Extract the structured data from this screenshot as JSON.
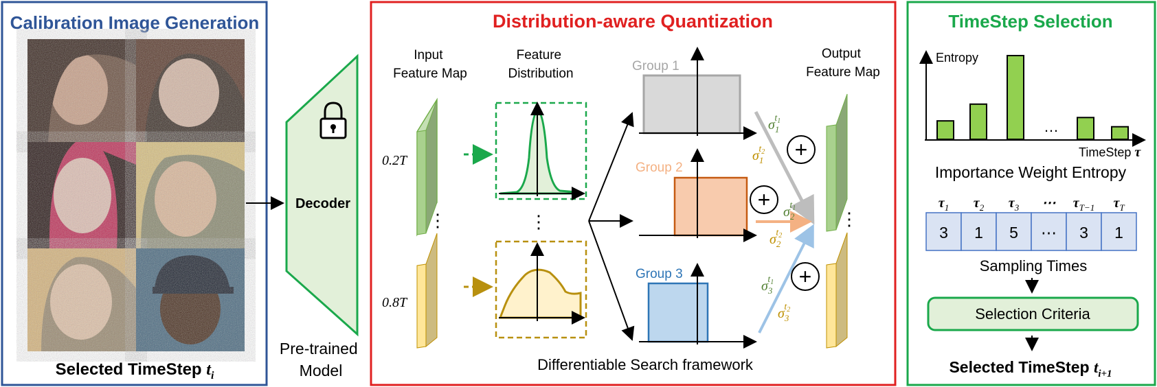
{
  "panels": {
    "calibration": {
      "title": "Calibration Image Generation",
      "caption_prefix": "Selected TimeStep ",
      "caption_var": "t",
      "caption_sub": "i",
      "border_color": "#2f5597"
    },
    "quantization": {
      "title": "Distribution-aware Quantization",
      "border_color": "#e02020",
      "input_label_1": "Input",
      "input_label_2": "Feature Map",
      "dist_label_1": "Feature",
      "dist_label_2": "Distribution",
      "output_label_1": "Output",
      "output_label_2": "Feature Map",
      "t_label_1": "0.2T",
      "t_label_2": "0.8T",
      "group1": "Group 1",
      "group2": "Group 2",
      "group3": "Group 3",
      "footer": "Differentiable Search framework",
      "sigmas": [
        {
          "base": "σ",
          "sub": "1",
          "sup": "t",
          "supsub": "1"
        },
        {
          "base": "σ",
          "sub": "1",
          "sup": "t",
          "supsub": "2"
        },
        {
          "base": "σ",
          "sub": "2",
          "sup": "t",
          "supsub": "1"
        },
        {
          "base": "σ",
          "sub": "2",
          "sup": "t",
          "supsub": "2"
        },
        {
          "base": "σ",
          "sub": "3",
          "sup": "t",
          "supsub": "1"
        },
        {
          "base": "σ",
          "sub": "3",
          "sup": "t",
          "supsub": "2"
        }
      ],
      "plus": "+",
      "ellipsis": "⋮"
    },
    "model": {
      "decoder_label": "Decoder",
      "caption_1": "Pre-trained",
      "caption_2": "Model",
      "icon": "lock-icon"
    },
    "timestep": {
      "title": "TimeStep Selection",
      "border_color": "#1aa84b",
      "y_label": "Entropy",
      "x_label": "TimeStep",
      "x_var": "τ",
      "chart_caption": "Importance Weight Entropy",
      "bar_heights": [
        0.22,
        0.42,
        1.0,
        0.0,
        0.26,
        0.15
      ],
      "bar_ellipsis": "…",
      "table_headers": [
        {
          "v": "τ",
          "s": "1"
        },
        {
          "v": "τ",
          "s": "2"
        },
        {
          "v": "τ",
          "s": "3"
        },
        {
          "v": "⋯",
          "s": ""
        },
        {
          "v": "τ",
          "s": "T−1"
        },
        {
          "v": "τ",
          "s": "T"
        }
      ],
      "table_values": [
        "3",
        "1",
        "5",
        "⋯",
        "3",
        "1"
      ],
      "table_caption": "Sampling Times",
      "criteria": "Selection Criteria",
      "caption_prefix": "Selected TimeStep ",
      "caption_var": "t",
      "caption_sub": "i+1"
    }
  }
}
